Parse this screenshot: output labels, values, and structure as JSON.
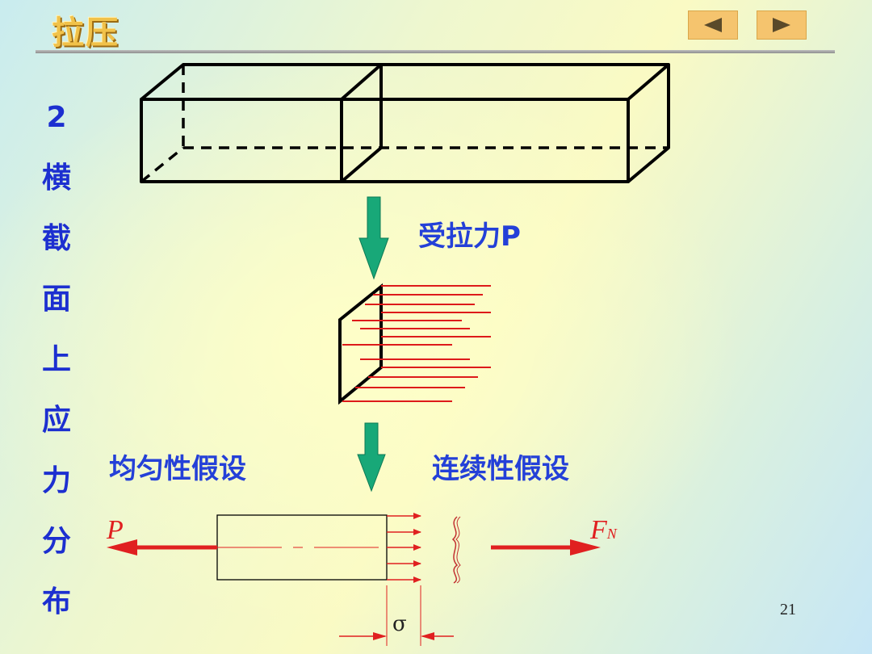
{
  "header": {
    "title": "拉压",
    "prev_button_label": "◀",
    "next_button_label": "▶",
    "icons": [
      "triangle-left-icon",
      "triangle-right-icon"
    ]
  },
  "side_title": [
    "2",
    "横",
    "截",
    "面",
    "上",
    "应",
    "力",
    "分",
    "布"
  ],
  "labels": {
    "tension": "受拉力P",
    "homogeneity": "均匀性假设",
    "continuity": "连续性假设"
  },
  "bottom_figure": {
    "left_force": "P",
    "right_force_main": "F",
    "right_force_sub": "N",
    "stress_symbol": "σ"
  },
  "page_number": "21",
  "colors": {
    "vertical_title": "#1c2fd0",
    "labels": "#2440d8",
    "arrow_green": "#18a878",
    "force_red": "#e02020"
  }
}
